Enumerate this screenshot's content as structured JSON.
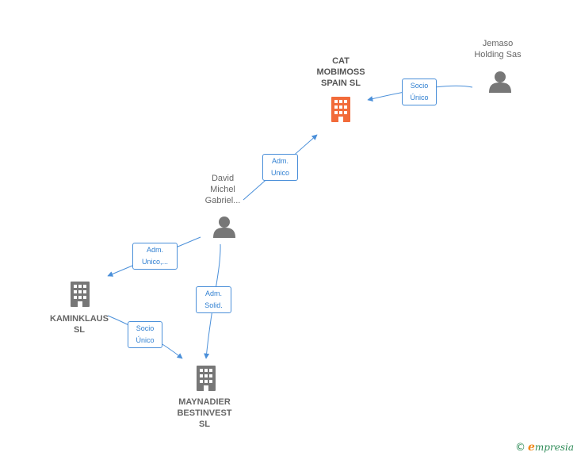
{
  "nodes": [
    {
      "id": "cat",
      "kind": "company",
      "highlight": true,
      "label": "CAT\nMOBIMOSS\nSPAIN  SL"
    },
    {
      "id": "jemaso",
      "kind": "person",
      "label": "Jemaso\nHolding Sas"
    },
    {
      "id": "david",
      "kind": "person",
      "label": "David\nMichel\nGabriel..."
    },
    {
      "id": "kaminklaus",
      "kind": "company",
      "label": "KAMINKLAUS\nSL"
    },
    {
      "id": "maynadier",
      "kind": "company",
      "label": "MAYNADIER\nBESTINVEST\nSL"
    }
  ],
  "edges": [
    {
      "from": "jemaso",
      "to": "cat",
      "label": "Socio\nÚnico"
    },
    {
      "from": "david",
      "to": "cat",
      "label": "Adm.\nUnico"
    },
    {
      "from": "david",
      "to": "kaminklaus",
      "label": "Adm.\nUnico,..."
    },
    {
      "from": "david",
      "to": "maynadier",
      "label": "Adm.\nSolid."
    },
    {
      "from": "kaminklaus",
      "to": "maynadier",
      "label": "Socio\nÚnico"
    }
  ],
  "colors": {
    "edge": "#4a8fd9",
    "highlight_company": "#f26b3a",
    "company": "#777777",
    "person": "#777777"
  },
  "brand": {
    "copyright": "©",
    "initial": "e",
    "rest": "mpresia"
  }
}
